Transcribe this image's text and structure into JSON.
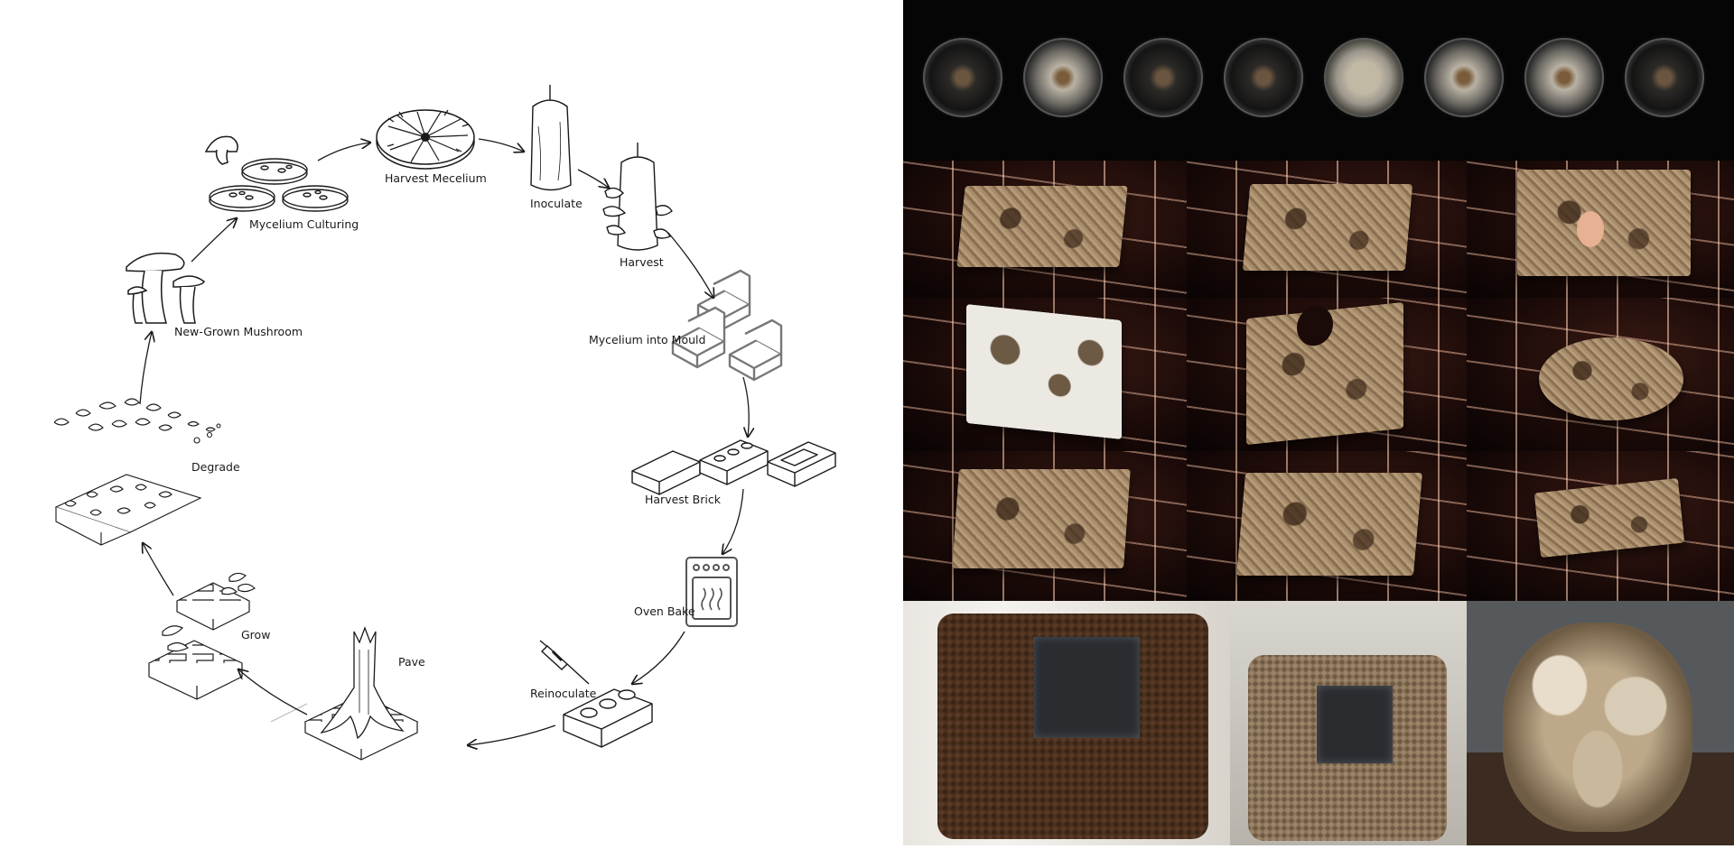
{
  "diagram": {
    "stages": [
      {
        "id": "harvest-mecelium",
        "label": "Harvest Mecelium"
      },
      {
        "id": "inoculate",
        "label": "Inoculate"
      },
      {
        "id": "harvest",
        "label": "Harvest"
      },
      {
        "id": "mycelium-into-mould",
        "label": "Mycelium into Mould"
      },
      {
        "id": "harvest-brick",
        "label": "Harvest Brick"
      },
      {
        "id": "oven-bake",
        "label": "Oven Bake"
      },
      {
        "id": "reinoculate",
        "label": "Reinoculate"
      },
      {
        "id": "pave",
        "label": "Pave"
      },
      {
        "id": "grow",
        "label": "Grow"
      },
      {
        "id": "degrade",
        "label": "Degrade"
      },
      {
        "id": "new-grown-mushroom",
        "label": "New-Grown Mushroom"
      },
      {
        "id": "mycelium-culturing",
        "label": "Mycelium Culturing"
      }
    ]
  },
  "photos": {
    "petri_dishes": [
      "dark",
      "light",
      "dark",
      "dark",
      "pale",
      "light",
      "light",
      "dark"
    ],
    "oven_samples": [
      "block",
      "block",
      "block-hole",
      "white-spotted",
      "cutout",
      "round",
      "block",
      "block",
      "fragment"
    ],
    "grow_bags": [
      "dark-bag-tape",
      "light-bag-tape",
      "fruiting-cluster"
    ]
  },
  "colors": {
    "line": "#1a1a1a",
    "photo_background": "#050505"
  }
}
